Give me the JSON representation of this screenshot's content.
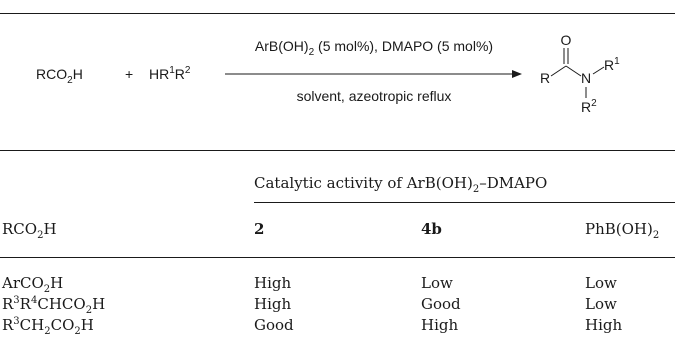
{
  "scheme": {
    "reactant1_base": "RCO",
    "reactant1_sub": "2",
    "reactant1_tail": "H",
    "plus": "+",
    "reactant2_base": "HR",
    "reactant2_sup1": "1",
    "reactant2_mid": "R",
    "reactant2_sup2": "2",
    "conditions_top_a": "ArB(OH)",
    "conditions_top_sub": "2",
    "conditions_top_b": " (5 mol%), DMAPO (5 mol%)",
    "conditions_bottom": "solvent, azeotropic reflux",
    "product": {
      "carbonyl_o": "O",
      "r": "R",
      "n": "N",
      "r1": "R",
      "r1_sup": "1",
      "r2": "R",
      "r2_sup": "2"
    }
  },
  "table": {
    "group_header": {
      "a": "Catalytic activity of ArB(OH)",
      "sub": "2",
      "b": "–DMAPO"
    },
    "columns": {
      "col1": {
        "base": "RCO",
        "sub": "2",
        "tail": "H"
      },
      "col2": "2",
      "col3": "4b",
      "col4": {
        "base": "PhB(OH)",
        "sub": "2"
      }
    },
    "rows": [
      {
        "substrate": [
          {
            "t": "ArCO"
          },
          {
            "sub": "2"
          },
          {
            "t": "H"
          }
        ],
        "c2": "High",
        "c3": "Low",
        "c4": "Low"
      },
      {
        "substrate": [
          {
            "t": "R"
          },
          {
            "sup": "3"
          },
          {
            "t": "R"
          },
          {
            "sup": "4"
          },
          {
            "t": "CHCO"
          },
          {
            "sub": "2"
          },
          {
            "t": "H"
          }
        ],
        "c2": "High",
        "c3": "Good",
        "c4": "Low"
      },
      {
        "substrate": [
          {
            "t": "R"
          },
          {
            "sup": "3"
          },
          {
            "t": "CH"
          },
          {
            "sub": "2"
          },
          {
            "t": "CO"
          },
          {
            "sub": "2"
          },
          {
            "t": "H"
          }
        ],
        "c2": "Good",
        "c3": "High",
        "c4": "High"
      }
    ]
  }
}
